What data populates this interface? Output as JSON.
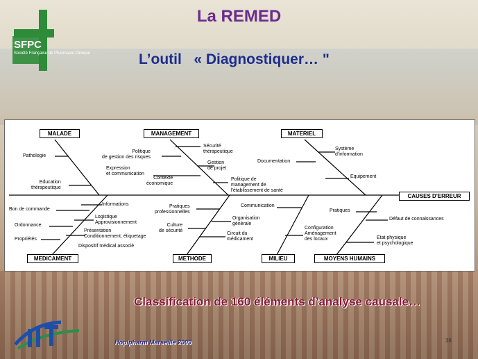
{
  "header": {
    "logo_text": "SFPC",
    "logo_subtitle": "Société Française de Pharmacie Clinique",
    "title": "La REMED",
    "subtitle": "L’outil   « Diagnostiquer… \""
  },
  "diagram": {
    "effect": "CAUSES D'ERREUR",
    "categories": {
      "malade": "MALADE",
      "management": "MANAGEMENT",
      "materiel": "MATERIEL",
      "medicament": "MEDICAMENT",
      "methode": "METHODE",
      "milieu": "MILIEU",
      "moyens_humains": "MOYENS HUMAINS"
    },
    "malade": {
      "pathologie": "Pathologie",
      "education": "Education\nthérapeutique"
    },
    "management": {
      "politique_risques": "Politique\nde gestion des risques",
      "expression": "Expression\net communication",
      "contexte": "Contexte\néconomique",
      "securite": "Sécurité\nthérapeutique",
      "gestion_projet": "Gestion\nde projet",
      "politique_management": "Politique de\nmanagement de\nl'établissement de santé"
    },
    "materiel": {
      "documentation": "Documentation",
      "systeme": "Système\nd'information",
      "equipement": "Equipement"
    },
    "medicament": {
      "bon_commande": "Bon de commande",
      "ordonnance": "Ordonnance",
      "proprietes": "Propriétés",
      "informations": "Informations",
      "logistique": "Logistique\nApprovisionnement",
      "presentation": "Présentation\nConditionnement, étiquetage",
      "dispositif": "Dispositif médical associé"
    },
    "methode": {
      "pratiques_pro": "Pratiques\nprofessionnelles",
      "culture": "Culture\nde sécurité",
      "organisation": "Organisation\ngénérale",
      "circuit": "Circuit du\nmédicament"
    },
    "milieu": {
      "communication": "Communication",
      "configuration": "Configuration\nAménagement\ndes locaux"
    },
    "moyens_humains": {
      "pratiques": "Pratiques",
      "defaut": "Défaut de connaissances",
      "etat": "Etat physique\net psychologique"
    }
  },
  "footer": {
    "caption": "Classification de 160 éléments d’analyse causale…",
    "event": "Hopipharm Marseille 2009",
    "page_number": "16"
  }
}
